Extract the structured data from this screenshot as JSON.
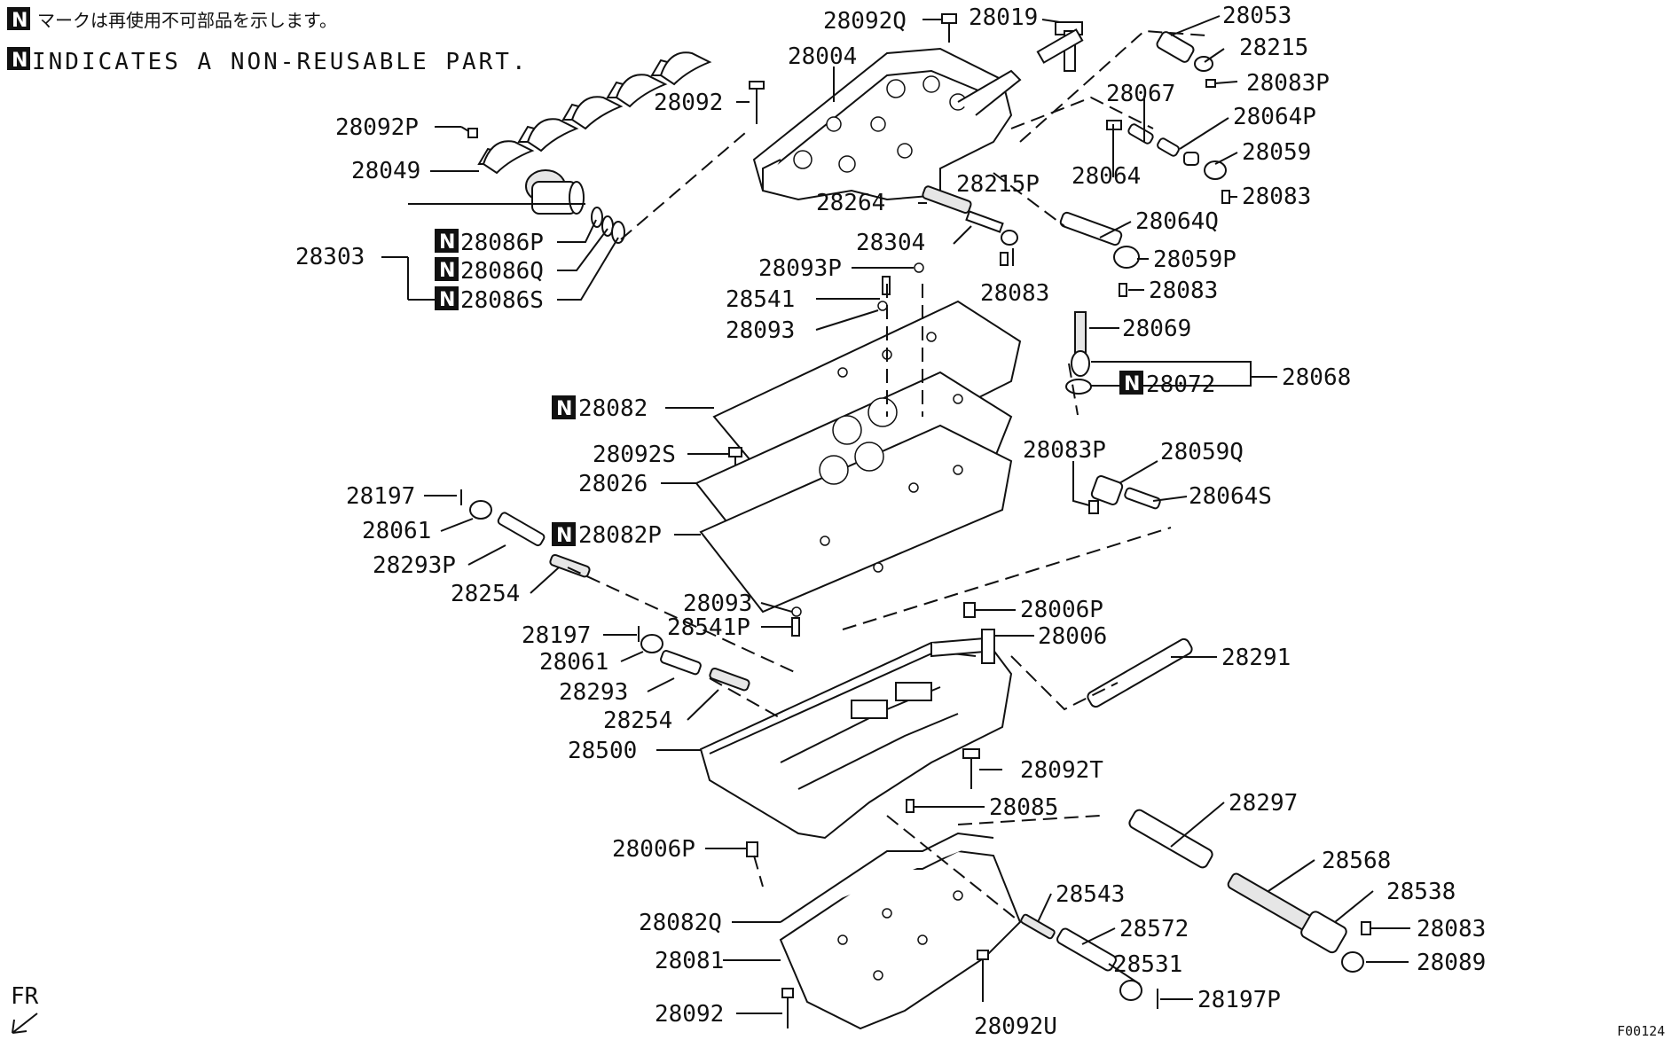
{
  "notes": {
    "badge": "N",
    "jp": "マークは再使用不可部品を示します。",
    "en": "INDICATES A NON-REUSABLE PART."
  },
  "orientation": "FR",
  "figure_id": "F00124",
  "labels": {
    "l28092Q": "28092Q",
    "l28019": "28019",
    "l28053": "28053",
    "l28215": "28215",
    "l28083P_a": "28083P",
    "l28004": "28004",
    "l28092_a": "28092",
    "l28067": "28067",
    "l28064P": "28064P",
    "l28092P": "28092P",
    "l28064": "28064",
    "l28059": "28059",
    "l28049": "28049",
    "l28215P": "28215P",
    "l28083_a": "28083",
    "l28264": "28264",
    "l28064Q": "28064Q",
    "l28304": "28304",
    "l28303": "28303",
    "l28086P": "28086P",
    "l28059P": "28059P",
    "l28086Q": "28086Q",
    "l28093P": "28093P",
    "l28086S": "28086S",
    "l28083_b": "28083",
    "l28083_c": "28083",
    "l28541": "28541",
    "l28093_a": "28093",
    "l28069": "28069",
    "l28068": "28068",
    "l28072": "28072",
    "l28082": "28082",
    "l28092S": "28092S",
    "l28083P_b": "28083P",
    "l28059Q": "28059Q",
    "l28026": "28026",
    "l28064S": "28064S",
    "l28197_a": "28197",
    "l28061_a": "28061",
    "l28082P": "28082P",
    "l28293P": "28293P",
    "l28254_a": "28254",
    "l28093_b": "28093",
    "l28006P_a": "28006P",
    "l28541P": "28541P",
    "l28006": "28006",
    "l28197_b": "28197",
    "l28061_b": "28061",
    "l28291": "28291",
    "l28293": "28293",
    "l28254_b": "28254",
    "l28500": "28500",
    "l28092T": "28092T",
    "l28085": "28085",
    "l28297": "28297",
    "l28006P_b": "28006P",
    "l28568": "28568",
    "l28543": "28543",
    "l28538": "28538",
    "l28082Q": "28082Q",
    "l28572": "28572",
    "l28083_d": "28083",
    "l28081": "28081",
    "l28531": "28531",
    "l28089": "28089",
    "l28197P": "28197P",
    "l28092_b": "28092",
    "l28092U": "28092U"
  }
}
